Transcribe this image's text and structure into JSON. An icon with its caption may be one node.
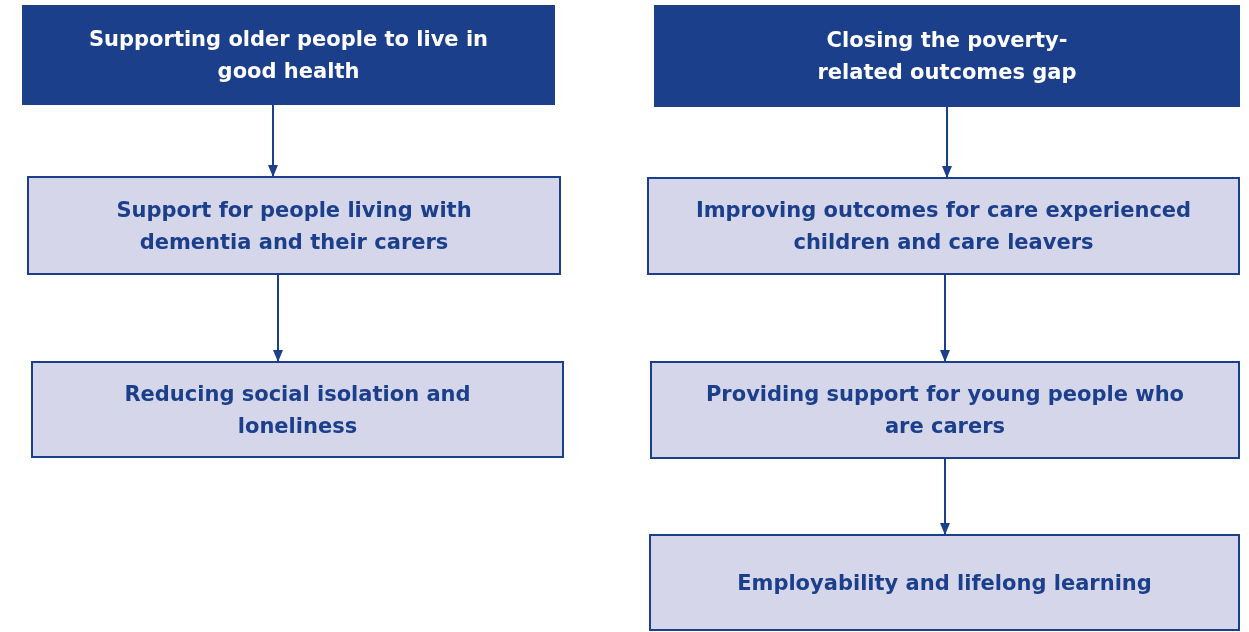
{
  "diagram": {
    "nodes": [
      {
        "text": [
          "Supporting older people to live in good health"
        ]
      },
      {
        "text": [
          "Support for people living with dementia and their carers"
        ]
      },
      {
        "text": [
          "Reducing social isolation and loneliness"
        ]
      },
      {
        "text": [
          "Closing the poverty-related outcomes gap"
        ]
      },
      {
        "text": [
          "Improving outcomes for care experienced children and care leavers"
        ]
      },
      {
        "text": [
          "Providing support for young people who are carers"
        ]
      },
      {
        "text": [
          "Employability and lifelong learning"
        ]
      }
    ],
    "edges": [
      {
        "from": 0,
        "to": 1,
        "arrow": "to"
      },
      {
        "from": 1,
        "to": 2,
        "arrow": "to"
      },
      {
        "from": 3,
        "to": 4,
        "arrow": "to"
      },
      {
        "from": 4,
        "to": 5,
        "arrow": "to"
      },
      {
        "from": 5,
        "to": 6,
        "arrow": "to"
      }
    ]
  }
}
